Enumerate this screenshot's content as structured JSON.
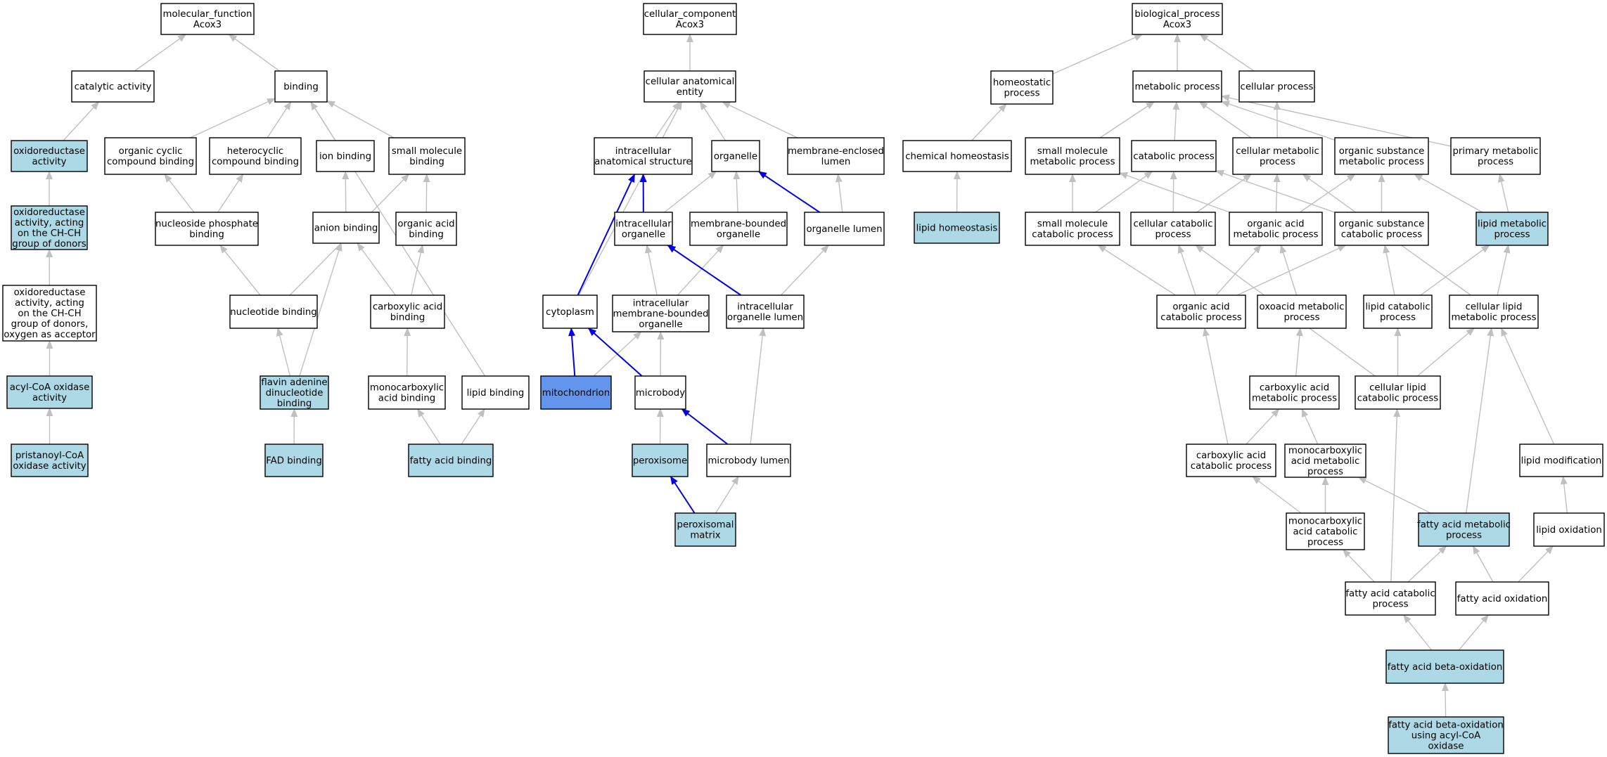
{
  "diagram": {
    "colors": {
      "plain": "#ffffff",
      "annotated": "#add8e6",
      "highlighted": "#6495ed",
      "edge_default": "#c0c0c0",
      "edge_highlight": "#0000ee",
      "border": "#000000"
    },
    "nodes": [
      {
        "id": "mf",
        "label": "molecular_function\nAcox3",
        "style": "plain"
      },
      {
        "id": "catalytic",
        "label": "catalytic activity",
        "style": "plain"
      },
      {
        "id": "binding",
        "label": "binding",
        "style": "plain"
      },
      {
        "id": "oxred",
        "label": "oxidoreductase\nactivity",
        "style": "annotated"
      },
      {
        "id": "oxred_chch",
        "label": "oxidoreductase\nactivity, acting\non the CH-CH\ngroup of donors",
        "style": "annotated"
      },
      {
        "id": "oxred_oxy",
        "label": "oxidoreductase\nactivity, acting\non the CH-CH\ngroup of donors,\noxygen as acceptor",
        "style": "plain"
      },
      {
        "id": "acyl_coa_ox",
        "label": "acyl-CoA oxidase\nactivity",
        "style": "annotated"
      },
      {
        "id": "pristanoyl",
        "label": "pristanoyl-CoA\noxidase activity",
        "style": "annotated"
      },
      {
        "id": "org_cyclic",
        "label": "organic cyclic\ncompound binding",
        "style": "plain"
      },
      {
        "id": "heterocyclic",
        "label": "heterocyclic\ncompound binding",
        "style": "plain"
      },
      {
        "id": "ion_binding",
        "label": "ion binding",
        "style": "plain"
      },
      {
        "id": "small_mol_binding",
        "label": "small molecule\nbinding",
        "style": "plain"
      },
      {
        "id": "nucleoside_phos",
        "label": "nucleoside phosphate\nbinding",
        "style": "plain"
      },
      {
        "id": "anion_binding",
        "label": "anion binding",
        "style": "plain"
      },
      {
        "id": "org_acid_binding",
        "label": "organic acid\nbinding",
        "style": "plain"
      },
      {
        "id": "nucleotide_binding",
        "label": "nucleotide binding",
        "style": "plain"
      },
      {
        "id": "carboxylic_binding",
        "label": "carboxylic acid\nbinding",
        "style": "plain"
      },
      {
        "id": "fad_dinuc",
        "label": "flavin adenine\ndinucleotide\nbinding",
        "style": "annotated"
      },
      {
        "id": "monocarb_binding",
        "label": "monocarboxylic\nacid binding",
        "style": "plain"
      },
      {
        "id": "lipid_binding",
        "label": "lipid binding",
        "style": "plain"
      },
      {
        "id": "fad_binding",
        "label": "FAD binding",
        "style": "annotated"
      },
      {
        "id": "fatty_acid_binding",
        "label": "fatty acid binding",
        "style": "annotated"
      },
      {
        "id": "cc",
        "label": "cellular_component\nAcox3",
        "style": "plain"
      },
      {
        "id": "cae",
        "label": "cellular anatomical\nentity",
        "style": "plain"
      },
      {
        "id": "intra_anat",
        "label": "intracellular\nanatomical structure",
        "style": "plain"
      },
      {
        "id": "organelle",
        "label": "organelle",
        "style": "plain"
      },
      {
        "id": "mem_encl_lumen",
        "label": "membrane-enclosed\nlumen",
        "style": "plain"
      },
      {
        "id": "intra_organelle",
        "label": "intracellular\norganelle",
        "style": "plain"
      },
      {
        "id": "mem_bound_org",
        "label": "membrane-bounded\norganelle",
        "style": "plain"
      },
      {
        "id": "organelle_lumen",
        "label": "organelle lumen",
        "style": "plain"
      },
      {
        "id": "cytoplasm",
        "label": "cytoplasm",
        "style": "plain"
      },
      {
        "id": "intra_mem_bound",
        "label": "intracellular\nmembrane-bounded\norganelle",
        "style": "plain"
      },
      {
        "id": "intra_org_lumen",
        "label": "intracellular\norganelle lumen",
        "style": "plain"
      },
      {
        "id": "mitochondrion",
        "label": "mitochondrion",
        "style": "highlighted"
      },
      {
        "id": "microbody",
        "label": "microbody",
        "style": "plain"
      },
      {
        "id": "peroxisome",
        "label": "peroxisome",
        "style": "annotated"
      },
      {
        "id": "microbody_lumen",
        "label": "microbody lumen",
        "style": "plain"
      },
      {
        "id": "perox_matrix",
        "label": "peroxisomal\nmatrix",
        "style": "annotated"
      },
      {
        "id": "bp",
        "label": "biological_process\nAcox3",
        "style": "plain"
      },
      {
        "id": "homeostatic",
        "label": "homeostatic\nprocess",
        "style": "plain"
      },
      {
        "id": "metabolic",
        "label": "metabolic process",
        "style": "plain"
      },
      {
        "id": "cellular_proc",
        "label": "cellular process",
        "style": "plain"
      },
      {
        "id": "chem_homeo",
        "label": "chemical homeostasis",
        "style": "plain"
      },
      {
        "id": "lipid_homeo",
        "label": "lipid homeostasis",
        "style": "annotated"
      },
      {
        "id": "small_mol_met",
        "label": "small molecule\nmetabolic process",
        "style": "plain"
      },
      {
        "id": "catabolic",
        "label": "catabolic process",
        "style": "plain"
      },
      {
        "id": "cell_met",
        "label": "cellular metabolic\nprocess",
        "style": "plain"
      },
      {
        "id": "org_sub_met",
        "label": "organic substance\nmetabolic process",
        "style": "plain"
      },
      {
        "id": "primary_met",
        "label": "primary metabolic\nprocess",
        "style": "plain"
      },
      {
        "id": "small_mol_cat",
        "label": "small molecule\ncatabolic process",
        "style": "plain"
      },
      {
        "id": "cell_cat",
        "label": "cellular catabolic\nprocess",
        "style": "plain"
      },
      {
        "id": "org_acid_met",
        "label": "organic acid\nmetabolic process",
        "style": "plain"
      },
      {
        "id": "org_sub_cat",
        "label": "organic substance\ncatabolic process",
        "style": "plain"
      },
      {
        "id": "lipid_met",
        "label": "lipid metabolic\nprocess",
        "style": "annotated"
      },
      {
        "id": "org_acid_cat",
        "label": "organic acid\ncatabolic process",
        "style": "plain"
      },
      {
        "id": "oxoacid_met",
        "label": "oxoacid metabolic\nprocess",
        "style": "plain"
      },
      {
        "id": "lipid_cat",
        "label": "lipid catabolic\nprocess",
        "style": "plain"
      },
      {
        "id": "cell_lipid_met",
        "label": "cellular lipid\nmetabolic process",
        "style": "plain"
      },
      {
        "id": "carb_acid_met",
        "label": "carboxylic acid\nmetabolic process",
        "style": "plain"
      },
      {
        "id": "cell_lipid_cat",
        "label": "cellular lipid\ncatabolic process",
        "style": "plain"
      },
      {
        "id": "carb_acid_cat",
        "label": "carboxylic acid\ncatabolic process",
        "style": "plain"
      },
      {
        "id": "monocarb_met",
        "label": "monocarboxylic\nacid metabolic\nprocess",
        "style": "plain"
      },
      {
        "id": "lipid_mod",
        "label": "lipid modification",
        "style": "plain"
      },
      {
        "id": "monocarb_cat",
        "label": "monocarboxylic\nacid catabolic\nprocess",
        "style": "plain"
      },
      {
        "id": "fa_met",
        "label": "fatty acid metabolic\nprocess",
        "style": "annotated"
      },
      {
        "id": "lipid_ox",
        "label": "lipid oxidation",
        "style": "plain"
      },
      {
        "id": "fa_cat",
        "label": "fatty acid catabolic\nprocess",
        "style": "plain"
      },
      {
        "id": "fa_ox",
        "label": "fatty acid oxidation",
        "style": "plain"
      },
      {
        "id": "fa_beta",
        "label": "fatty acid beta-oxidation",
        "style": "annotated"
      },
      {
        "id": "fa_beta_acyl",
        "label": "fatty acid beta-oxidation\nusing acyl-CoA\noxidase",
        "style": "annotated"
      }
    ],
    "edges": [
      {
        "from": "catalytic",
        "to": "mf"
      },
      {
        "from": "binding",
        "to": "mf"
      },
      {
        "from": "oxred",
        "to": "catalytic"
      },
      {
        "from": "oxred_chch",
        "to": "oxred"
      },
      {
        "from": "oxred_oxy",
        "to": "oxred_chch"
      },
      {
        "from": "acyl_coa_ox",
        "to": "oxred_oxy"
      },
      {
        "from": "pristanoyl",
        "to": "acyl_coa_ox"
      },
      {
        "from": "org_cyclic",
        "to": "binding"
      },
      {
        "from": "heterocyclic",
        "to": "binding"
      },
      {
        "from": "ion_binding",
        "to": "binding"
      },
      {
        "from": "small_mol_binding",
        "to": "binding"
      },
      {
        "from": "lipid_binding",
        "to": "binding"
      },
      {
        "from": "nucleoside_phos",
        "to": "org_cyclic"
      },
      {
        "from": "nucleoside_phos",
        "to": "heterocyclic"
      },
      {
        "from": "anion_binding",
        "to": "ion_binding"
      },
      {
        "from": "org_acid_binding",
        "to": "small_mol_binding"
      },
      {
        "from": "nucleotide_binding",
        "to": "small_mol_binding"
      },
      {
        "from": "nucleotide_binding",
        "to": "nucleoside_phos"
      },
      {
        "from": "carboxylic_binding",
        "to": "anion_binding"
      },
      {
        "from": "carboxylic_binding",
        "to": "org_acid_binding"
      },
      {
        "from": "fad_dinuc",
        "to": "nucleotide_binding"
      },
      {
        "from": "fad_dinuc",
        "to": "anion_binding"
      },
      {
        "from": "monocarb_binding",
        "to": "carboxylic_binding"
      },
      {
        "from": "fad_binding",
        "to": "fad_dinuc"
      },
      {
        "from": "fatty_acid_binding",
        "to": "monocarb_binding"
      },
      {
        "from": "fatty_acid_binding",
        "to": "lipid_binding"
      },
      {
        "from": "cae",
        "to": "cc"
      },
      {
        "from": "intra_anat",
        "to": "cae"
      },
      {
        "from": "organelle",
        "to": "cae"
      },
      {
        "from": "mem_encl_lumen",
        "to": "cae"
      },
      {
        "from": "cytoplasm",
        "to": "cae"
      },
      {
        "from": "intra_organelle",
        "to": "intra_anat",
        "hl": true
      },
      {
        "from": "intra_organelle",
        "to": "organelle"
      },
      {
        "from": "mem_bound_org",
        "to": "organelle"
      },
      {
        "from": "organelle_lumen",
        "to": "organelle",
        "hl": true
      },
      {
        "from": "organelle_lumen",
        "to": "mem_encl_lumen"
      },
      {
        "from": "cytoplasm",
        "to": "intra_anat",
        "hl": true
      },
      {
        "from": "intra_mem_bound",
        "to": "intra_organelle"
      },
      {
        "from": "intra_mem_bound",
        "to": "mem_bound_org"
      },
      {
        "from": "intra_org_lumen",
        "to": "intra_organelle",
        "hl": true
      },
      {
        "from": "intra_org_lumen",
        "to": "organelle_lumen"
      },
      {
        "from": "mitochondrion",
        "to": "cytoplasm",
        "hl": true
      },
      {
        "from": "mitochondrion",
        "to": "intra_mem_bound"
      },
      {
        "from": "microbody",
        "to": "cytoplasm",
        "hl": true
      },
      {
        "from": "microbody",
        "to": "intra_mem_bound"
      },
      {
        "from": "peroxisome",
        "to": "microbody"
      },
      {
        "from": "microbody_lumen",
        "to": "microbody",
        "hl": true
      },
      {
        "from": "microbody_lumen",
        "to": "intra_org_lumen"
      },
      {
        "from": "perox_matrix",
        "to": "peroxisome",
        "hl": true
      },
      {
        "from": "perox_matrix",
        "to": "microbody_lumen"
      },
      {
        "from": "homeostatic",
        "to": "bp"
      },
      {
        "from": "metabolic",
        "to": "bp"
      },
      {
        "from": "cellular_proc",
        "to": "bp"
      },
      {
        "from": "chem_homeo",
        "to": "homeostatic"
      },
      {
        "from": "lipid_homeo",
        "to": "chem_homeo"
      },
      {
        "from": "small_mol_met",
        "to": "metabolic"
      },
      {
        "from": "catabolic",
        "to": "metabolic"
      },
      {
        "from": "cell_met",
        "to": "metabolic"
      },
      {
        "from": "org_sub_met",
        "to": "metabolic"
      },
      {
        "from": "primary_met",
        "to": "metabolic"
      },
      {
        "from": "cell_met",
        "to": "cellular_proc"
      },
      {
        "from": "small_mol_cat",
        "to": "small_mol_met"
      },
      {
        "from": "small_mol_cat",
        "to": "catabolic"
      },
      {
        "from": "cell_cat",
        "to": "catabolic"
      },
      {
        "from": "cell_cat",
        "to": "cell_met"
      },
      {
        "from": "org_acid_met",
        "to": "cell_met"
      },
      {
        "from": "org_acid_met",
        "to": "small_mol_met"
      },
      {
        "from": "org_acid_met",
        "to": "org_sub_met"
      },
      {
        "from": "org_sub_cat",
        "to": "catabolic"
      },
      {
        "from": "org_sub_cat",
        "to": "org_sub_met"
      },
      {
        "from": "lipid_met",
        "to": "org_sub_met"
      },
      {
        "from": "lipid_met",
        "to": "primary_met"
      },
      {
        "from": "org_acid_cat",
        "to": "small_mol_cat"
      },
      {
        "from": "org_acid_cat",
        "to": "cell_cat"
      },
      {
        "from": "org_acid_cat",
        "to": "org_acid_met"
      },
      {
        "from": "org_acid_cat",
        "to": "org_sub_cat"
      },
      {
        "from": "oxoacid_met",
        "to": "org_acid_met"
      },
      {
        "from": "lipid_cat",
        "to": "org_sub_cat"
      },
      {
        "from": "lipid_cat",
        "to": "lipid_met"
      },
      {
        "from": "cell_lipid_met",
        "to": "lipid_met"
      },
      {
        "from": "cell_lipid_met",
        "to": "cell_met"
      },
      {
        "from": "carb_acid_met",
        "to": "oxoacid_met"
      },
      {
        "from": "cell_lipid_cat",
        "to": "lipid_cat"
      },
      {
        "from": "cell_lipid_cat",
        "to": "cell_lipid_met"
      },
      {
        "from": "cell_lipid_cat",
        "to": "cell_cat"
      },
      {
        "from": "carb_acid_cat",
        "to": "carb_acid_met"
      },
      {
        "from": "carb_acid_cat",
        "to": "org_acid_cat"
      },
      {
        "from": "monocarb_met",
        "to": "carb_acid_met"
      },
      {
        "from": "lipid_mod",
        "to": "cell_lipid_met"
      },
      {
        "from": "monocarb_cat",
        "to": "monocarb_met"
      },
      {
        "from": "monocarb_cat",
        "to": "carb_acid_cat"
      },
      {
        "from": "fa_met",
        "to": "monocarb_met"
      },
      {
        "from": "fa_met",
        "to": "cell_lipid_met"
      },
      {
        "from": "lipid_ox",
        "to": "lipid_mod"
      },
      {
        "from": "fa_cat",
        "to": "fa_met"
      },
      {
        "from": "fa_cat",
        "to": "monocarb_cat"
      },
      {
        "from": "fa_cat",
        "to": "cell_lipid_cat"
      },
      {
        "from": "fa_ox",
        "to": "fa_met"
      },
      {
        "from": "fa_ox",
        "to": "lipid_ox"
      },
      {
        "from": "fa_beta",
        "to": "fa_cat"
      },
      {
        "from": "fa_beta",
        "to": "fa_ox"
      },
      {
        "from": "fa_beta_acyl",
        "to": "fa_beta"
      }
    ]
  }
}
